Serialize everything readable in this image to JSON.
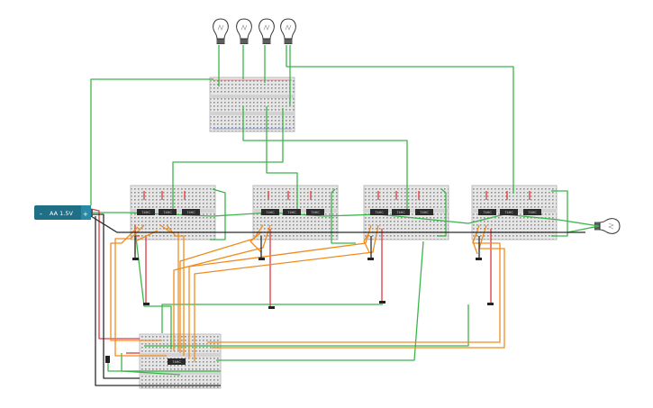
{
  "battery": {
    "label": "AA 1.5V",
    "minus": "-",
    "plus": "+"
  },
  "chips": [
    {
      "label": "74HC"
    },
    {
      "label": "74HC"
    },
    {
      "label": "74HC"
    },
    {
      "label": "74HC"
    },
    {
      "label": "74HC"
    },
    {
      "label": "74HC"
    },
    {
      "label": "74HC"
    },
    {
      "label": "74HC"
    },
    {
      "label": "74HC"
    },
    {
      "label": "74HC"
    },
    {
      "label": "74HC"
    },
    {
      "label": "74HC"
    },
    {
      "label": "74HC"
    }
  ],
  "colors": {
    "wire_green": "#3bb54a",
    "wire_red": "#e0393e",
    "wire_orange": "#f08c1e",
    "wire_black": "#2b2b2b",
    "battery_body": "#1f6f86",
    "breadboard": "#e4e4e4"
  },
  "icons": [
    "light-bulb-icon",
    "switch-icon",
    "battery-icon"
  ]
}
